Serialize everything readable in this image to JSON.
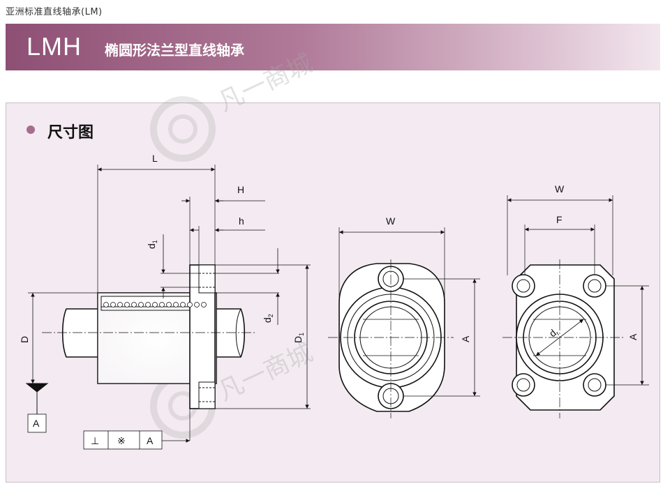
{
  "header": {
    "caption": "亚洲标准直线轴承(LM)",
    "code": "LMH",
    "title": "椭圆形法兰型直线轴承"
  },
  "section": {
    "title": "尺寸图"
  },
  "watermark": "凡一商城",
  "side_view": {
    "labels": {
      "L": "L",
      "H": "H",
      "h": "h",
      "d1": "d",
      "d1_sub": "1",
      "d2": "d",
      "d2_sub": "2",
      "D1": "D",
      "D1_sub": "1",
      "D": "D",
      "datum": "A"
    },
    "tolerance_frame": {
      "symbol1": "⊥",
      "symbol2": "※",
      "datum": "A"
    }
  },
  "front_view_oval": {
    "labels": {
      "W": "W",
      "A": "A"
    }
  },
  "front_view_square": {
    "labels": {
      "W": "W",
      "F": "F",
      "A": "A",
      "dr": "d",
      "dr_sub": "r"
    }
  },
  "colors": {
    "banner_start": "#8e4f74",
    "panel_bg": "#f3ebf1",
    "accent_dot": "#a76d8f"
  }
}
